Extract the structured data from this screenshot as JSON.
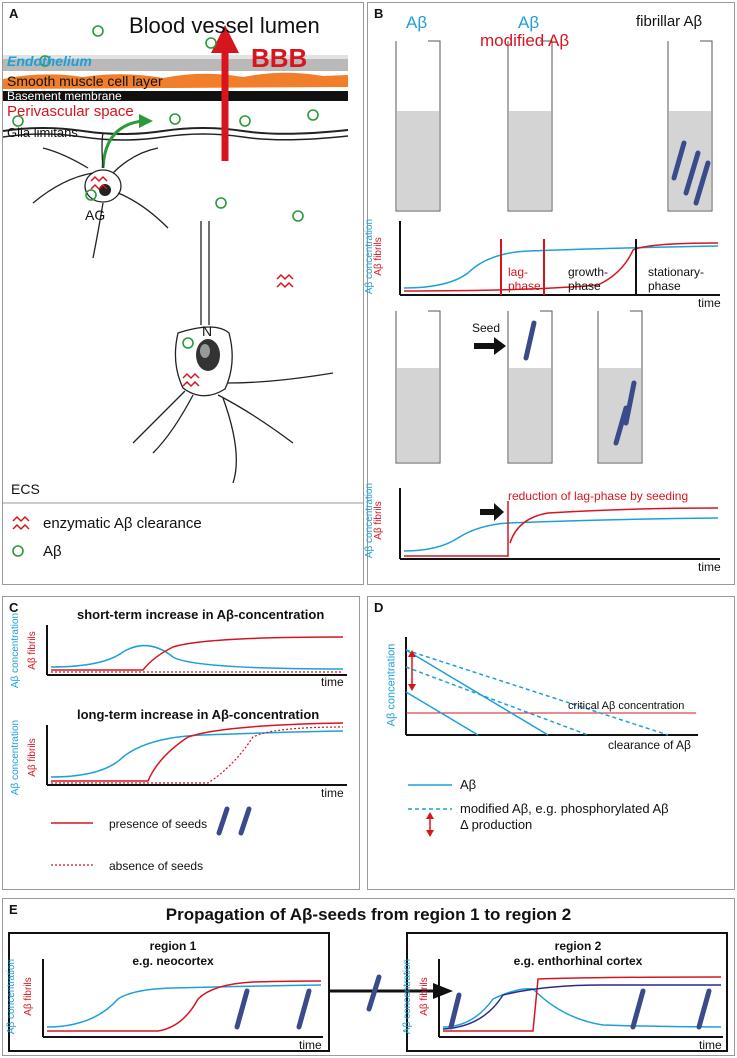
{
  "panels": {
    "A": {
      "label": "A",
      "title": "Blood vessel lumen",
      "bbb": "BBB",
      "endothelium": "Endothelium",
      "smooth_muscle": "Smooth muscle cell layer",
      "basement": "Basement membrane",
      "perivascular": "Perivascular space",
      "glia": "Glia limitans",
      "ag": "AG",
      "n": "N",
      "ecs": "ECS",
      "legend_clearance": "enzymatic Aβ clearance",
      "legend_ab": "Aβ"
    },
    "B": {
      "label": "B",
      "col1": "Aβ",
      "col2": "Aβ",
      "col2b": "modified Aβ",
      "col3": "fibrillar Aβ",
      "ylabel_blue": "Aβ concentration",
      "ylabel_red": "Aβ fibrils",
      "lag": "lag-",
      "lag2": "phase",
      "growth": "growth-",
      "growth2": "phase",
      "stationary": "stationary-",
      "stationary2": "phase",
      "time": "time",
      "seed": "Seed",
      "reduction": "reduction of lag-phase by seeding",
      "time2": "time"
    },
    "C": {
      "label": "C",
      "short": "short-term increase in Aβ-concentration",
      "long": "long-term increase in Aβ-concentration",
      "ylabel_blue": "Aβ concentration",
      "ylabel_red": "Aβ fibrils",
      "time": "time",
      "presence": "presence of seeds",
      "absence": "absence of seeds"
    },
    "D": {
      "label": "D",
      "ylabel": "Aβ concentration",
      "critical": "critical Aβ concentration",
      "xlabel": "clearance of Aβ",
      "leg1": "Aβ",
      "leg2": "modified Aβ, e.g. phosphorylated Aβ",
      "leg3": "Δ production"
    },
    "E": {
      "label": "E",
      "title": "Propagation of Aβ-seeds from region 1 to region 2",
      "r1": "region 1",
      "r1b": "e.g. neocortex",
      "r2": "region 2",
      "r2b": "e.g. enthorhinal cortex",
      "ylabel_blue": "Aβ concentration",
      "ylabel_red": "Aβ fibrils",
      "time": "time"
    }
  },
  "colors": {
    "blue": "#1ca0d8",
    "red": "#d8151e",
    "green": "#2a9a3a",
    "navy": "#2a2a8a",
    "orange": "#f07e2a"
  }
}
